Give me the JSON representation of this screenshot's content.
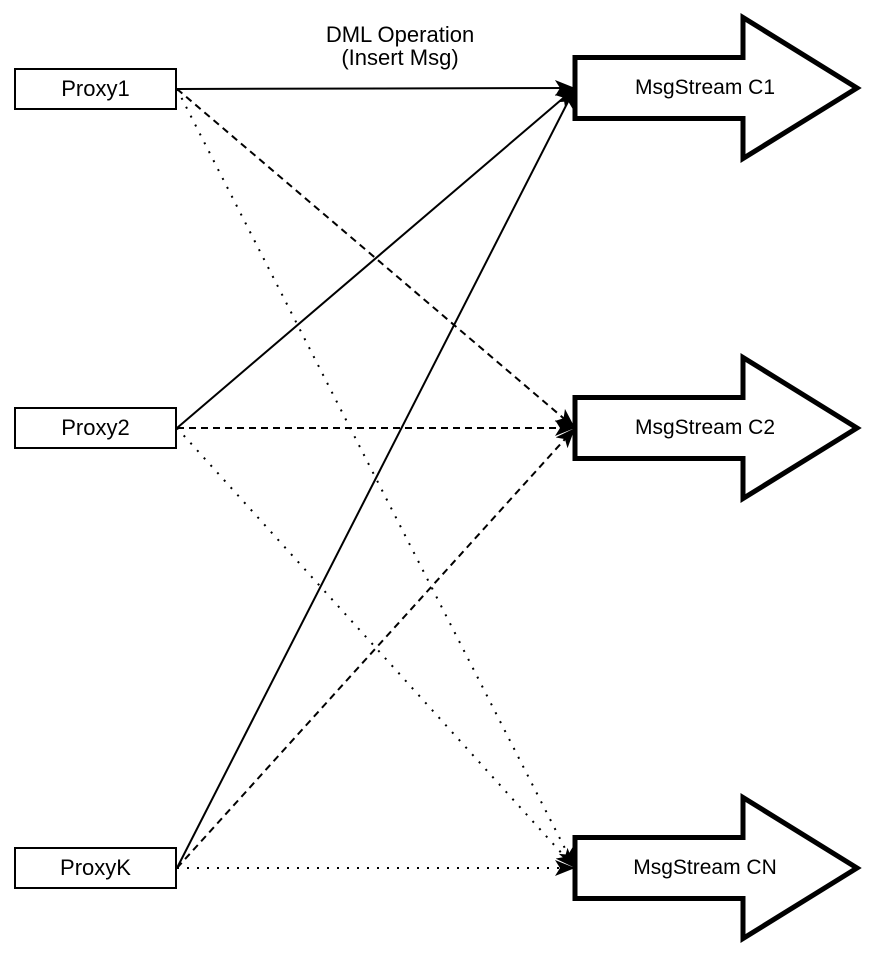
{
  "annotation": {
    "line1": "DML Operation",
    "line2": "(Insert Msg)"
  },
  "proxies": [
    {
      "id": "proxy1",
      "label": "Proxy1"
    },
    {
      "id": "proxy2",
      "label": "Proxy2"
    },
    {
      "id": "proxyk",
      "label": "ProxyK"
    }
  ],
  "streams": [
    {
      "id": "c1",
      "label": "MsgStream C1"
    },
    {
      "id": "c2",
      "label": "MsgStream C2"
    },
    {
      "id": "cn",
      "label": "MsgStream CN"
    }
  ],
  "edges": [
    {
      "from": "proxy1",
      "to": "c1",
      "style": "solid"
    },
    {
      "from": "proxy1",
      "to": "c2",
      "style": "dashed"
    },
    {
      "from": "proxy1",
      "to": "cn",
      "style": "dotted"
    },
    {
      "from": "proxy2",
      "to": "c1",
      "style": "solid"
    },
    {
      "from": "proxy2",
      "to": "c2",
      "style": "dashed"
    },
    {
      "from": "proxy2",
      "to": "cn",
      "style": "dotted"
    },
    {
      "from": "proxyk",
      "to": "c1",
      "style": "solid"
    },
    {
      "from": "proxyk",
      "to": "c2",
      "style": "dashed"
    },
    {
      "from": "proxyk",
      "to": "cn",
      "style": "dotted"
    }
  ],
  "colors": {
    "background": "#ffffff",
    "line": "#000000",
    "shape_stroke": "#000000",
    "shape_fill": "#ffffff",
    "text": "#000000"
  }
}
